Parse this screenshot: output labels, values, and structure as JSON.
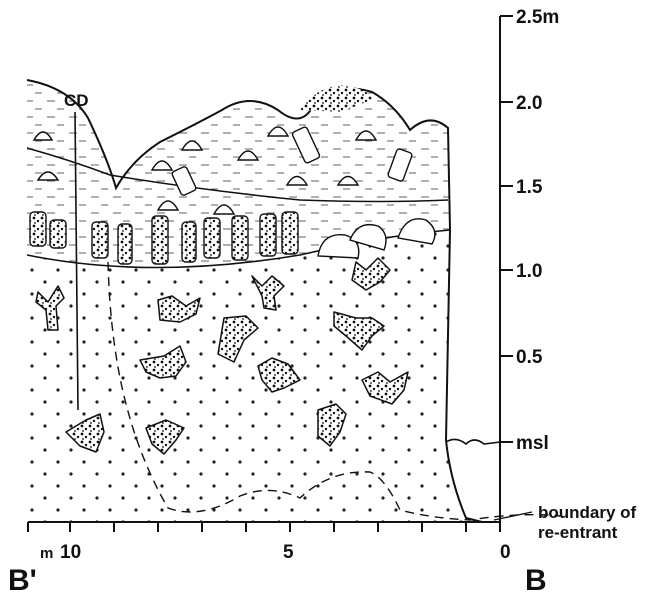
{
  "figure": {
    "vertical_scale": {
      "unit_top": "2.5m",
      "ticks": [
        "2.0",
        "1.5",
        "1.0",
        "0.5"
      ],
      "sea_level": "msl"
    },
    "horizontal_scale": {
      "unit_prefix": "m",
      "ticks": [
        "10",
        "5",
        "0"
      ]
    },
    "section_ends": {
      "left": "B'",
      "right": "B"
    },
    "annotations": {
      "cd": "CD",
      "boundary_line1": "boundary of",
      "boundary_line2": "re-entrant"
    }
  }
}
